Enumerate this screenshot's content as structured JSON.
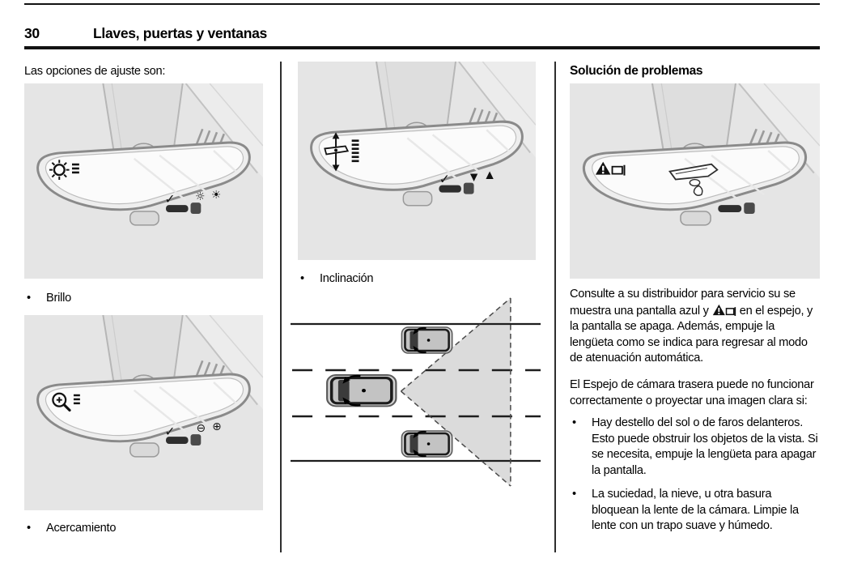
{
  "header": {
    "page_number": "30",
    "chapter_title": "Llaves, puertas y ventanas"
  },
  "left_column": {
    "intro_text": "Las opciones de ajuste son:",
    "bullets": [
      {
        "label": "Brillo"
      },
      {
        "label": "Acercamiento"
      }
    ]
  },
  "middle_column": {
    "bullets": [
      {
        "label": "Inclinación"
      }
    ]
  },
  "right_column": {
    "heading": "Solución de problemas",
    "paragraph1_before_icon": "Consulte a su distribuidor para servicio su se muestra una pantalla azul y",
    "paragraph1_after_icon": "en el espejo, y la pantalla se apaga. Además, empuje la lengüeta como se indica para regresar al modo de atenuación automática.",
    "paragraph2": "El Espejo de cámara trasera puede no funcionar correctamente o proyectar una imagen clara si:",
    "bullets": [
      {
        "label": "Hay destello del sol o de faros delanteros. Esto puede obstruir los objetos de la vista. Si se necesita, empuje la lengüeta para apagar la pantalla."
      },
      {
        "label": "La suciedad, la nieve, u otra basura bloquean la lente de la cámara. Limpie la lente con un trapo suave y húmedo."
      }
    ]
  },
  "figures": {
    "brightness_mirror_icon": "brightness-sun-with-bars-icon",
    "zoom_mirror_icon": "magnifier-zoom-with-bars-icon",
    "tilt_mirror_icon": "tilt-double-arrow-with-bars-icon",
    "troubleshoot_mirror_icon": "warning-camera-icon"
  },
  "symbols": {
    "bullet": "•",
    "check": "✓",
    "sun_outline": "☼",
    "sun_filled": "☀",
    "minus_circle": "⊖",
    "plus_circle": "⊕",
    "triangle_down": "▼",
    "triangle_up": "▲"
  },
  "colors": {
    "figure_background": "#e5e5e5",
    "rule": "#121212",
    "text": "#000000"
  }
}
